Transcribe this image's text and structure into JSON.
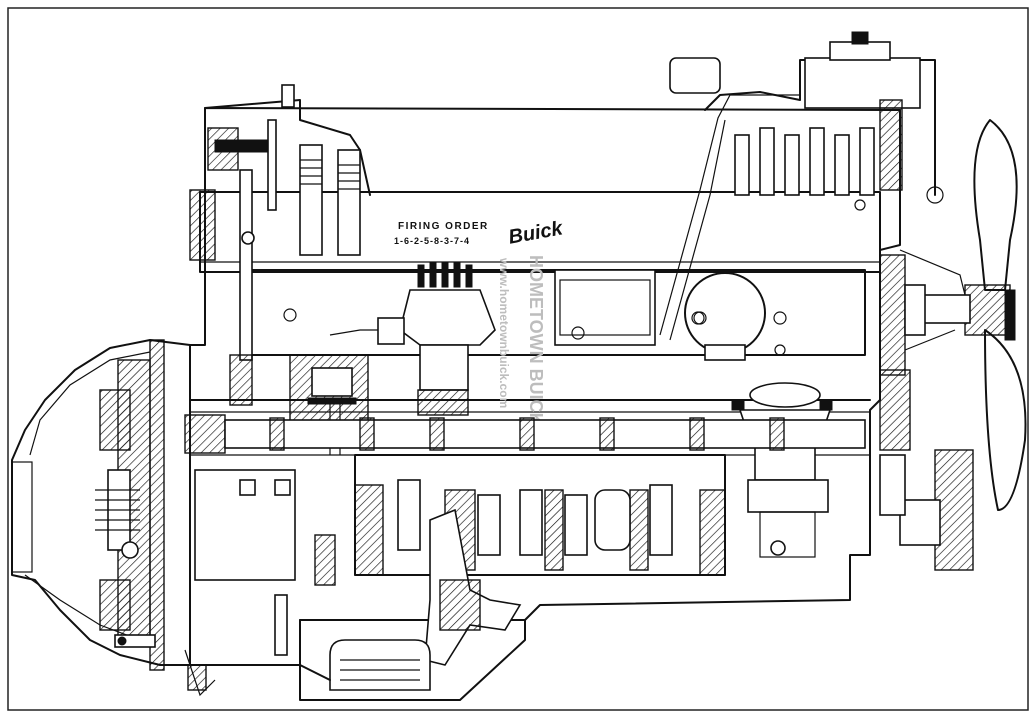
{
  "diagram": {
    "firing_order_title": "FIRING ORDER",
    "firing_order_sequence": "1-6-2-5-8-3-7-4",
    "logo_script": "Buick",
    "watermark_line1": "HOMETOWN BUICK",
    "watermark_line2": "www.hometownbuick.com"
  }
}
